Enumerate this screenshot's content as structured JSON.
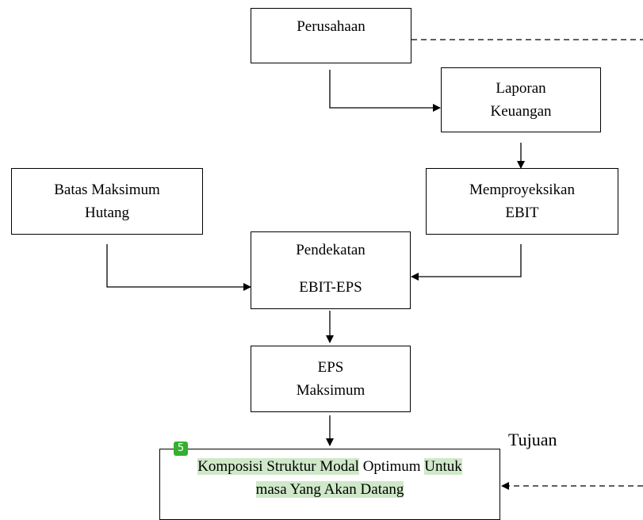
{
  "nodes": {
    "perusahaan": {
      "lines": [
        "Perusahaan"
      ]
    },
    "laporan": {
      "lines": [
        "Laporan",
        "Keuangan"
      ]
    },
    "batas": {
      "lines": [
        "Batas Maksimum",
        "Hutang"
      ]
    },
    "memproyeksikan": {
      "lines": [
        "Memproyeksikan",
        "EBIT"
      ]
    },
    "pendekatan": {
      "lines": [
        "Pendekatan",
        "EBIT-EPS"
      ]
    },
    "eps": {
      "lines": [
        "EPS",
        "Maksimum"
      ]
    },
    "komposisi": {
      "line1": {
        "a": "Komposisi Struktur Modal",
        "b": " Optimum ",
        "c": "Untuk"
      },
      "line2": "masa Yang Akan Datang"
    }
  },
  "label_tujuan": "Tujuan",
  "badge": "5",
  "colors": {
    "highlight": "#cfe8c9",
    "badge": "#33b02e"
  }
}
